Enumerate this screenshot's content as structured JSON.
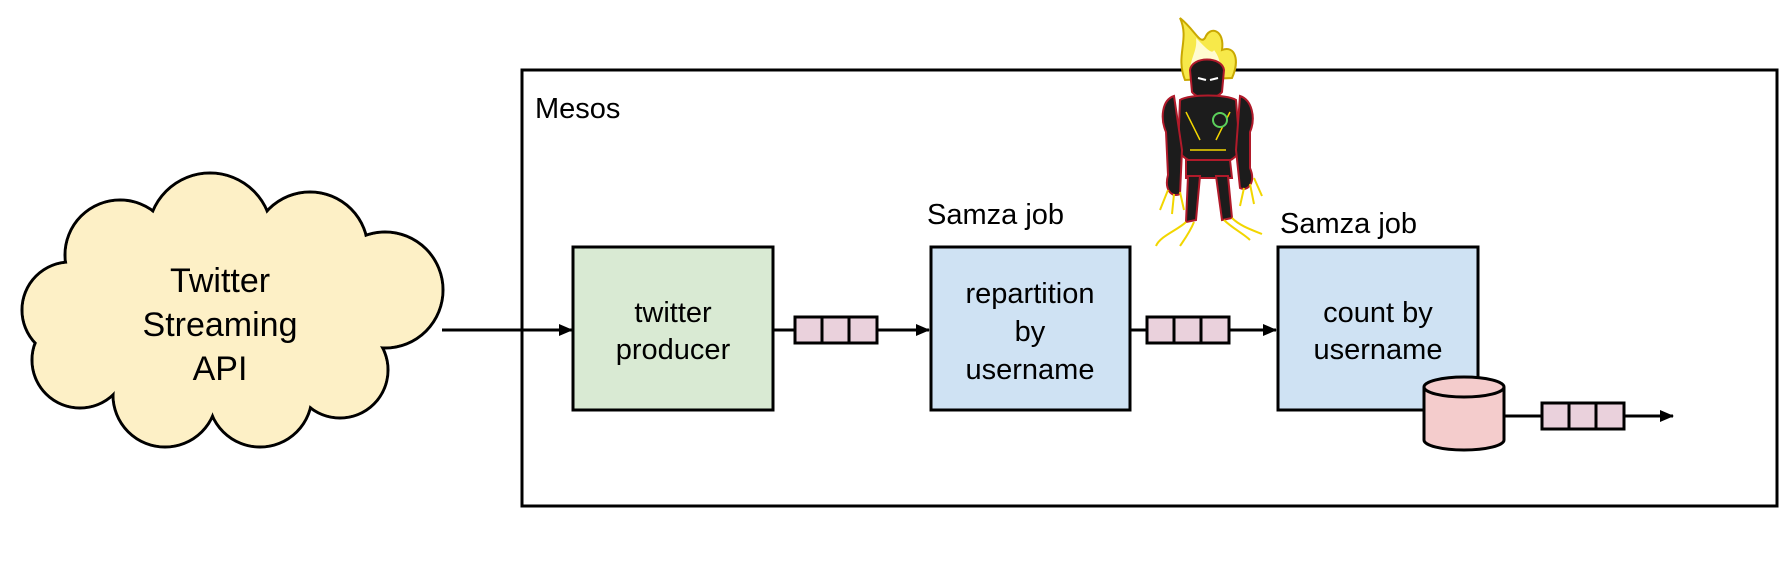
{
  "cloud": {
    "label_lines": [
      "Twitter",
      "Streaming",
      "API"
    ]
  },
  "cluster": {
    "label": "Mesos"
  },
  "boxes": {
    "twitter_producer": {
      "label_lines": [
        "twitter",
        "producer"
      ]
    },
    "repartition": {
      "caption": "Samza job",
      "label_lines": [
        "repartition",
        "by",
        "username"
      ]
    },
    "count": {
      "caption": "Samza job",
      "label_lines": [
        "count by",
        "username"
      ]
    }
  },
  "colors": {
    "cloud_fill": "#fdf0c6",
    "producer_fill": "#d9ead3",
    "job_fill": "#cfe2f3",
    "queue_fill": "#ead1dc",
    "store_fill": "#f4cccc",
    "stroke": "#000000"
  },
  "icons": {
    "queue": "message-queue-icon",
    "store": "database-icon",
    "character": "flame-alien-character-icon"
  }
}
